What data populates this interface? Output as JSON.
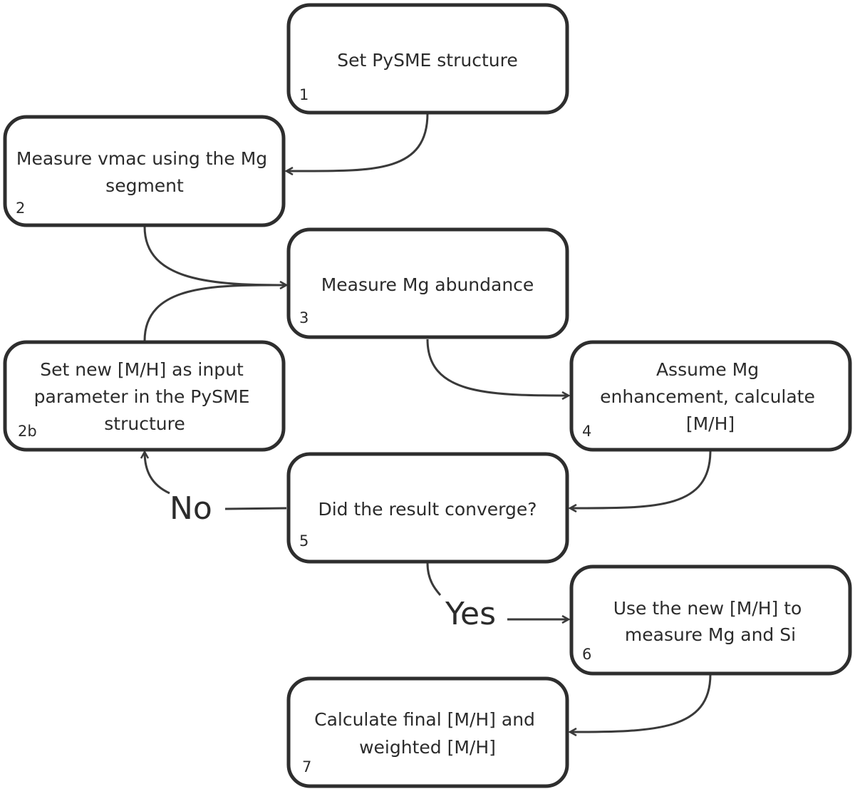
{
  "nodes": [
    {
      "id": "n1",
      "number": "1",
      "lines": [
        "Set PySME structure"
      ]
    },
    {
      "id": "n2",
      "number": "2",
      "lines": [
        "Measure vmac using the Mg",
        "segment"
      ]
    },
    {
      "id": "n3",
      "number": "3",
      "lines": [
        "Measure Mg abundance"
      ]
    },
    {
      "id": "n2b",
      "number": "2b",
      "lines": [
        "Set new [M/H] as input",
        "parameter in the PySME",
        "structure"
      ]
    },
    {
      "id": "n4",
      "number": "4",
      "lines": [
        "Assume Mg",
        "enhancement, calculate",
        "[M/H]"
      ]
    },
    {
      "id": "n5",
      "number": "5",
      "lines": [
        "Did the result converge?"
      ]
    },
    {
      "id": "n6",
      "number": "6",
      "lines": [
        "Use the new [M/H] to",
        "measure Mg and Si"
      ]
    },
    {
      "id": "n7",
      "number": "7",
      "lines": [
        "Calculate final [M/H] and",
        "weighted [M/H]"
      ]
    }
  ],
  "edges": [
    {
      "from": "n1",
      "to": "n2",
      "label": ""
    },
    {
      "from": "n2",
      "to": "n3",
      "label": ""
    },
    {
      "from": "n2b",
      "to": "n3",
      "label": ""
    },
    {
      "from": "n3",
      "to": "n4",
      "label": ""
    },
    {
      "from": "n4",
      "to": "n5",
      "label": ""
    },
    {
      "from": "n5",
      "to": "n2b",
      "label": "No"
    },
    {
      "from": "n5",
      "to": "n6",
      "label": "Yes"
    },
    {
      "from": "n6",
      "to": "n7",
      "label": ""
    }
  ],
  "colors": {
    "box_stroke": "#2e2e2e",
    "box_fill": "#ffffff",
    "text": "#2b2b2b",
    "edge": "#3a3a3a"
  }
}
